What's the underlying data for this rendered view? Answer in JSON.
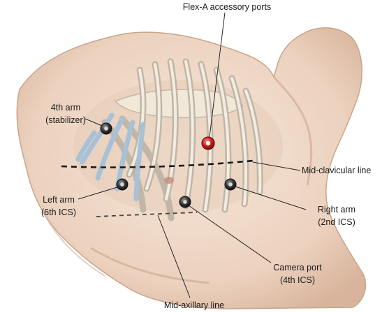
{
  "labels": {
    "flex_a": "Flex-A accessory ports",
    "fourth_arm_1": "4th arm",
    "fourth_arm_2": "(stabilizer)",
    "mid_clavicular": "Mid-clavicular line",
    "left_arm_1": "Left arm",
    "left_arm_2": "(6th ICS)",
    "right_arm_1": "Right arm",
    "right_arm_2": "(2nd ICS)",
    "camera_1": "Camera port",
    "camera_2": "(4th ICS)",
    "mid_axillary": "Mid-axillary line"
  },
  "colors": {
    "skin": "#f1dccb",
    "skin_shadow": "#d9b9a3",
    "rib": "#cfc6b6",
    "cartilage": "#a9c1d6",
    "port_dark": "#2a2a2a",
    "port_red": "#d42020"
  },
  "icons": {
    "port": "port-ring-icon"
  }
}
